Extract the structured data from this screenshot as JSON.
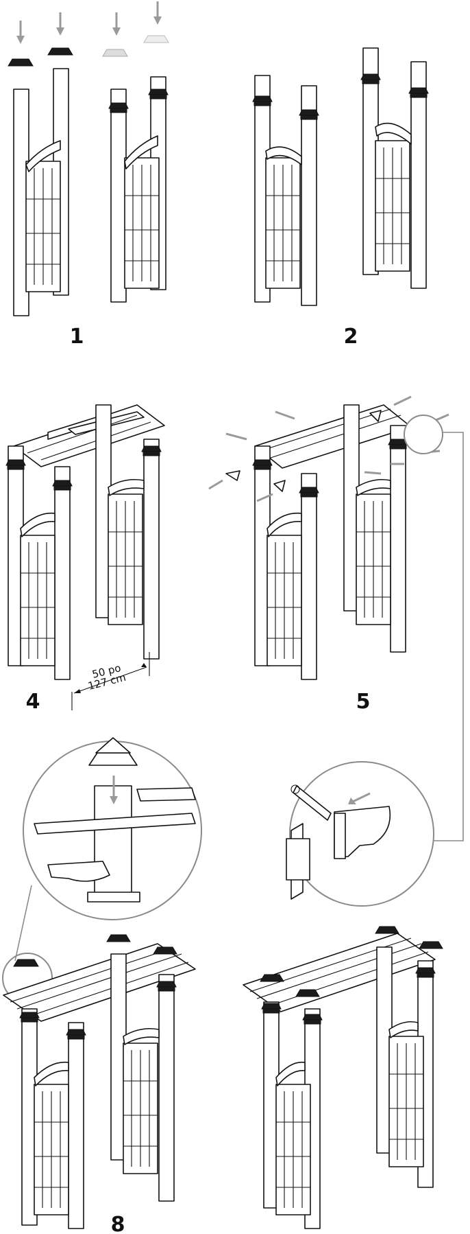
{
  "steps": {
    "s1": "1",
    "s2": "2",
    "s4": "4",
    "s5": "5",
    "s8": "8"
  },
  "dimension": {
    "line1": "50 po",
    "line2": "127 cm"
  }
}
